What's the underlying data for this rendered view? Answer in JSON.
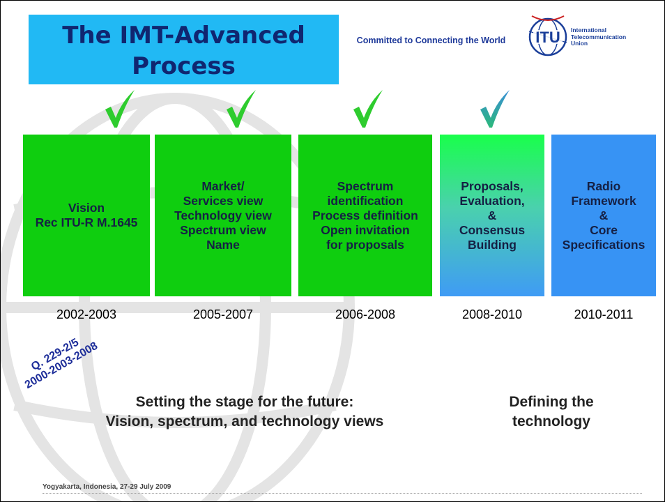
{
  "title": "The IMT-Advanced\nProcess",
  "tagline": "Committed to Connecting the World",
  "itu": {
    "logo_text": "ITU",
    "org_name": "International\nTelecommunication\nUnion"
  },
  "colors": {
    "title_bg": "#21b9f4",
    "title_text": "#102670",
    "stage_green": "#0fce0f",
    "stage_blue": "#3793f4",
    "check_green": "#2ecc2e",
    "check_blue": "#3a8fd8"
  },
  "stages": [
    {
      "text": "Vision\nRec ITU-R M.1645",
      "years": "2002-2003",
      "check": "green"
    },
    {
      "text": "Market/\nServices view\nTechnology view\nSpectrum view\nName",
      "years": "2005-2007",
      "check": "green"
    },
    {
      "text": "Spectrum\nidentification\nProcess definition\nOpen invitation\nfor proposals",
      "years": "2006-2008",
      "check": "green"
    },
    {
      "text": "Proposals,\nEvaluation,\n&\nConsensus\nBuilding",
      "years": "2008-2010",
      "check": "blue"
    },
    {
      "text": "Radio\nFramework\n&\nCore\nSpecifications",
      "years": "2010-2011",
      "check": "none"
    }
  ],
  "question_ref": "Q. 229-2/5\n2000-2003-2008",
  "captions": {
    "setting_stage": "Setting the stage for the future:\nVision, spectrum, and technology views",
    "defining": "Defining the\ntechnology"
  },
  "footer": "Yogyakarta, Indonesia, 27-29 July 2009"
}
